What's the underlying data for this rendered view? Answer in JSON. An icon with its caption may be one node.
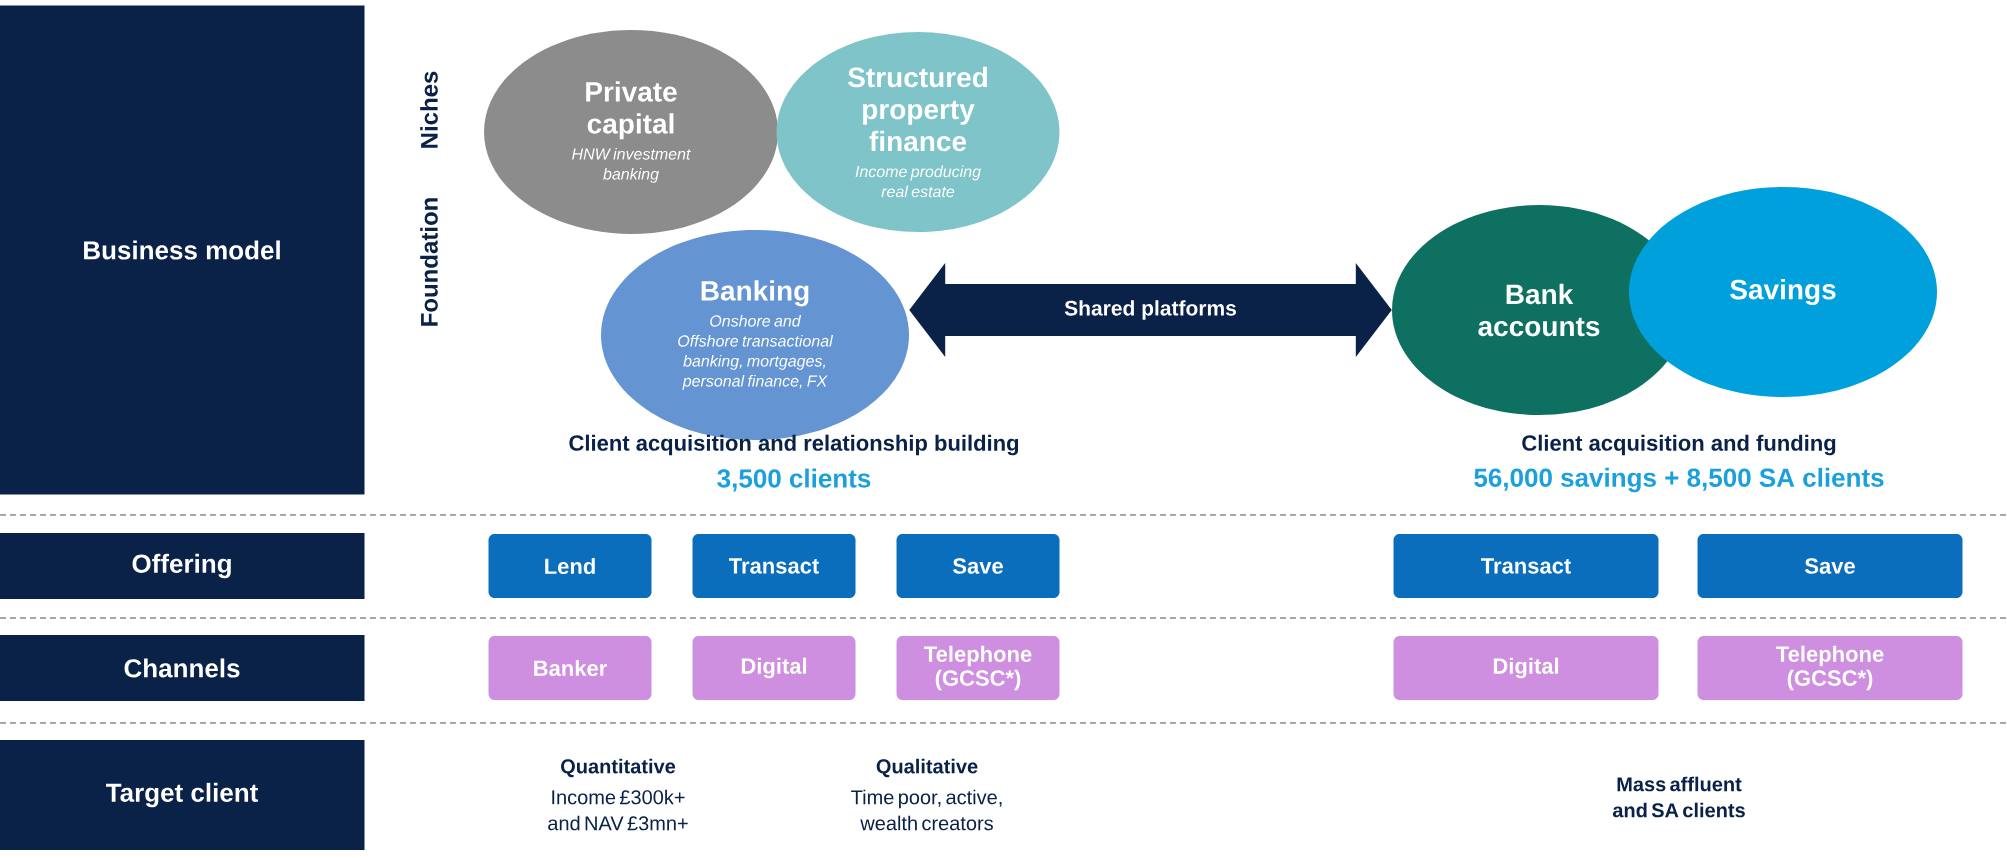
{
  "diagram": {
    "nodes": [
      {
        "text": [
          "Business model"
        ]
      },
      {
        "text": [
          "Offering"
        ]
      },
      {
        "text": [
          "Channels"
        ]
      },
      {
        "text": [
          "Target client"
        ]
      },
      {
        "text": [
          "Private capital",
          "HNW investment banking"
        ]
      },
      {
        "text": [
          "Structured property finance",
          "Income producing real estate"
        ]
      },
      {
        "text": [
          "Banking",
          "Onshore and Offshore transactional banking, mortgages, personal finance, FX"
        ]
      },
      {
        "text": [
          "Bank accounts"
        ]
      },
      {
        "text": [
          "Savings"
        ]
      },
      {
        "text": [
          "Lend"
        ]
      },
      {
        "text": [
          "Transact"
        ]
      },
      {
        "text": [
          "Save"
        ]
      },
      {
        "text": [
          "Transact"
        ]
      },
      {
        "text": [
          "Save"
        ]
      },
      {
        "text": [
          "Banker"
        ]
      },
      {
        "text": [
          "Digital"
        ]
      },
      {
        "text": [
          "Telephone (GCSC*)"
        ]
      },
      {
        "text": [
          "Digital"
        ]
      },
      {
        "text": [
          "Telephone (GCSC*)"
        ]
      }
    ],
    "edges": [
      {
        "from": 6,
        "to": 7,
        "arrow": "both",
        "label": "Shared platforms"
      }
    ],
    "labels": [
      "Niches",
      "Foundation",
      "Client acquisition and relationship building",
      "3,500 clients",
      "Client acquisition and funding",
      "56,000 savings + 8,500 SA clients",
      "Quantitative",
      "Income £300k+ and NAV £3mn+",
      "Qualitative",
      "Time poor, active, wealth creators",
      "Mass affluent and SA clients"
    ]
  }
}
